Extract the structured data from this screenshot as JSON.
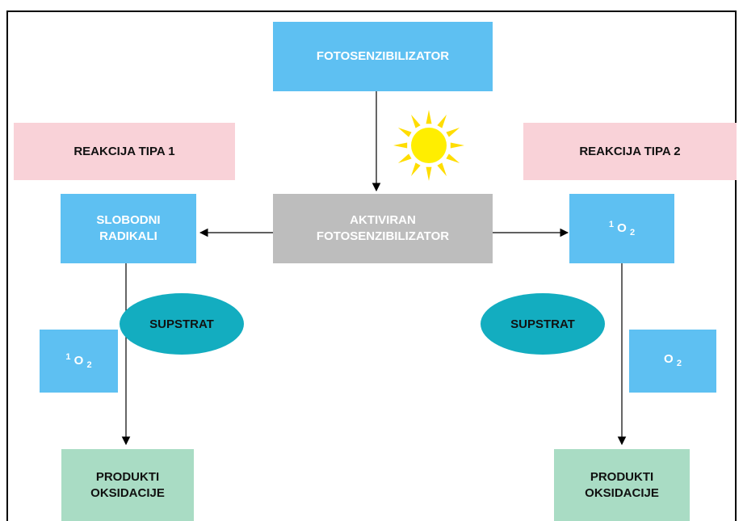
{
  "nodes": {
    "photosensitizer": "FOTOSENZIBILIZATOR",
    "activated_line1": "AKTIVIRAN",
    "activated_line2": "FOTOSENZIBILIZATOR",
    "type1_label": "REAKCIJA TIPA 1",
    "type2_label": "REAKCIJA TIPA 2",
    "free_radicals_line1": "SLOBODNI",
    "free_radicals_line2": "RADIKALI",
    "singlet_oxygen_sup": "1",
    "oxygen_symbol": "O",
    "oxygen_sub": "2",
    "substrate_left": "SUPSTRAT",
    "substrate_right": "SUPSTRAT",
    "products_left_line1": "PRODUKTI",
    "products_left_line2": "OKSIDACIJE",
    "products_right_line1": "PRODUKTI",
    "products_right_line2": "OKSIDACIJE"
  },
  "colors": {
    "blue_box": "#5ec0f2",
    "pink_box": "#f9d2d8",
    "gray_box": "#bdbdbd",
    "green_box": "#a9dcc4",
    "ellipse": "#13adc0",
    "sun": "#ffee00",
    "sun_rays": "#ffdd00"
  },
  "icons": {
    "sun": "sun-icon"
  }
}
